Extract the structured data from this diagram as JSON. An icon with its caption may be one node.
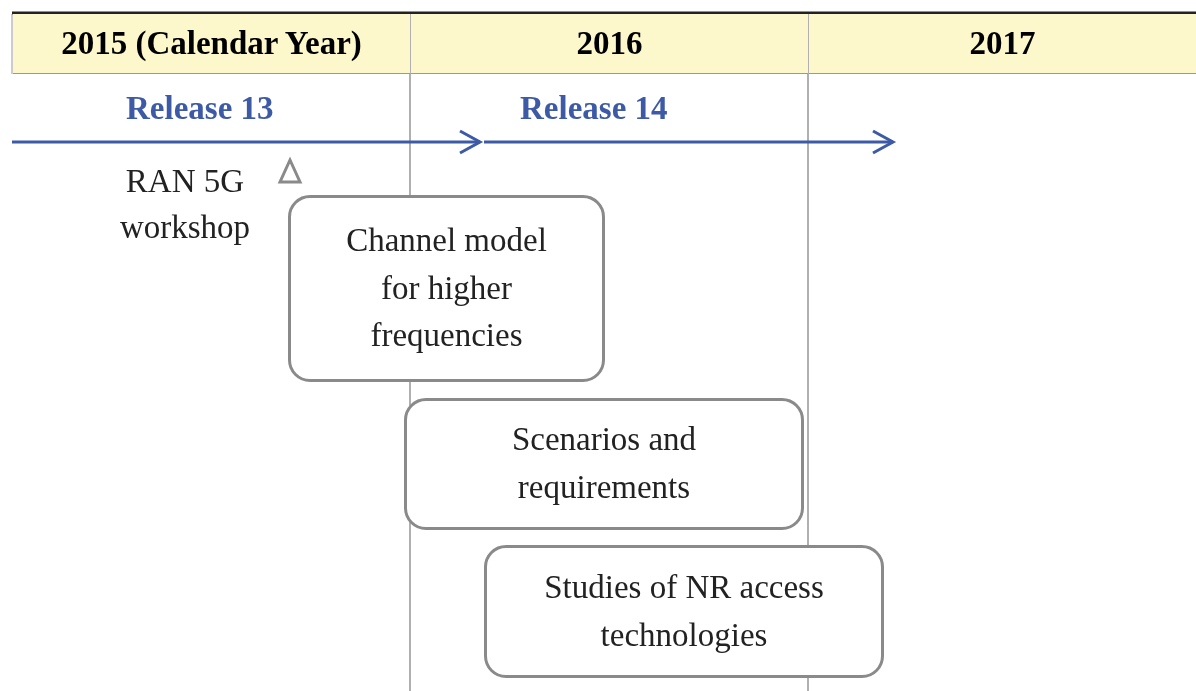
{
  "diagram": {
    "nodes": [
      {
        "text": [
          "Channel model for higher frequencies"
        ]
      },
      {
        "text": [
          "Scenarios and requirements"
        ]
      },
      {
        "text": [
          "Studies of NR access technologies"
        ]
      }
    ],
    "labels": [
      "2015 (Calendar Year)",
      "2016",
      "2017",
      "Release 13",
      "Release 14",
      "RAN 5G workshop"
    ]
  }
}
